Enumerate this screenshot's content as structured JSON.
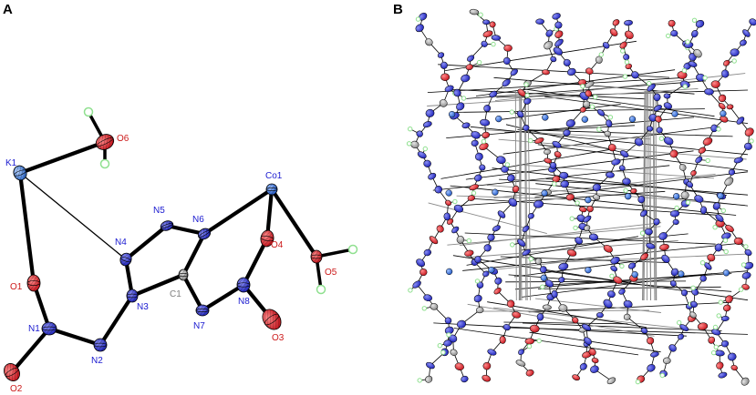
{
  "panels": [
    {
      "id": "A",
      "letter": "A"
    },
    {
      "id": "B",
      "letter": "B"
    }
  ],
  "colors": {
    "nitrogen": "#2f35d8",
    "oxygen": "#e0202a",
    "carbon": "#a9a9a9",
    "hydrogen": "#8fe08f",
    "metal": "#2f6fd8",
    "potassium": "#3a7fd0",
    "bond": "#000000",
    "label_blue": "#1a1ad0",
    "label_red": "#cc1a1a",
    "label_grey": "#808080"
  },
  "molecule": {
    "atoms": [
      {
        "id": "K1",
        "label": "K1",
        "element": "potassium"
      },
      {
        "id": "O6",
        "label": "O6",
        "element": "oxygen"
      },
      {
        "id": "Co1",
        "label": "Co1",
        "element": "metal"
      },
      {
        "id": "N5",
        "label": "N5",
        "element": "nitrogen"
      },
      {
        "id": "N6",
        "label": "N6",
        "element": "nitrogen"
      },
      {
        "id": "N4",
        "label": "N4",
        "element": "nitrogen"
      },
      {
        "id": "O4",
        "label": "O4",
        "element": "oxygen"
      },
      {
        "id": "O5",
        "label": "O5",
        "element": "oxygen"
      },
      {
        "id": "O1",
        "label": "O1",
        "element": "oxygen"
      },
      {
        "id": "C1",
        "label": "C1",
        "element": "carbon"
      },
      {
        "id": "N3",
        "label": "N3",
        "element": "nitrogen"
      },
      {
        "id": "N8",
        "label": "N8",
        "element": "nitrogen"
      },
      {
        "id": "N1",
        "label": "N1",
        "element": "nitrogen"
      },
      {
        "id": "N7",
        "label": "N7",
        "element": "nitrogen"
      },
      {
        "id": "O3",
        "label": "O3",
        "element": "oxygen"
      },
      {
        "id": "N2",
        "label": "N2",
        "element": "nitrogen"
      },
      {
        "id": "O2",
        "label": "O2",
        "element": "oxygen"
      }
    ]
  }
}
